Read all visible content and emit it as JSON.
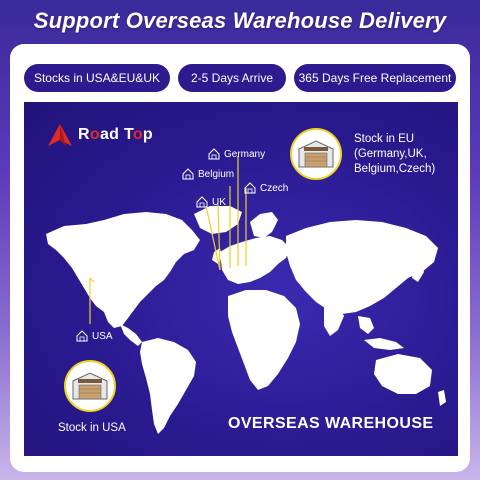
{
  "headline": "Support Overseas Warehouse Delivery",
  "pills": [
    {
      "label": "Stocks in USA&EU&UK"
    },
    {
      "label": "2-5 Days Arrive"
    },
    {
      "label": "365 Days Free Replacement"
    }
  ],
  "brand": {
    "text_part1": "R",
    "text_o": "o",
    "text_part2": "ad T",
    "text_o2": "o",
    "text_part3": "p"
  },
  "markers": {
    "germany": "Germany",
    "belgium": "Belgium",
    "czech": "Czech",
    "uk": "UK",
    "usa": "USA"
  },
  "eu_stock": {
    "line1": "Stock in EU",
    "line2": "(Germany,UK,",
    "line3": "Belgium,Czech)"
  },
  "usa_stock": "Stock in USA",
  "warehouse_sign": "WAREHOUSE",
  "footer_title": "OVERSEAS WAREHOUSE",
  "colors": {
    "pill": "#2d1a8e",
    "panel": "#2a1a90",
    "ring": "#f0d020",
    "logo_red": "#e02a2a"
  }
}
